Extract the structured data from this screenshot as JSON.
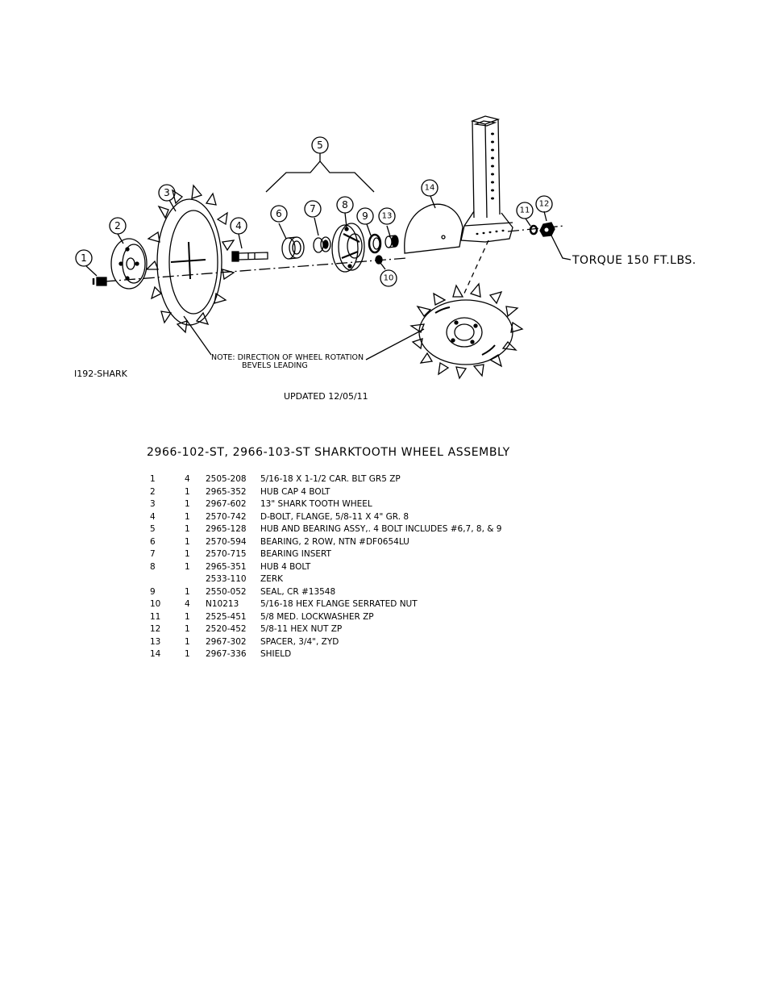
{
  "drawing_id": "I192-SHARK",
  "updated": "UPDATED 12/05/11",
  "torque_note": "TORQUE 150 FT.LBS.",
  "rotation_note": {
    "line1": "NOTE: DIRECTION OF WHEEL ROTATION",
    "line2": "BEVELS LEADING"
  },
  "callouts": [
    "1",
    "2",
    "3",
    "4",
    "5",
    "6",
    "7",
    "8",
    "9",
    "10",
    "11",
    "12",
    "13",
    "14"
  ],
  "parts_list": {
    "title": "2966-102-ST, 2966-103-ST SHARKTOOTH WHEEL ASSEMBLY",
    "rows": [
      {
        "item": "1",
        "qty": "4",
        "part": "2505-208",
        "desc": "5/16-18 X 1-1/2  CAR.  BLT GR5 ZP"
      },
      {
        "item": "2",
        "qty": "1",
        "part": "2965-352",
        "desc": "HUB CAP 4 BOLT"
      },
      {
        "item": "3",
        "qty": "1",
        "part": "2967-602",
        "desc": "13\" SHARK TOOTH WHEEL"
      },
      {
        "item": "4",
        "qty": "1",
        "part": "2570-742",
        "desc": "D-BOLT, FLANGE, 5/8-11 X 4\" GR. 8"
      },
      {
        "item": "5",
        "qty": "1",
        "part": "2965-128",
        "desc": "HUB AND BEARING ASSY,. 4 BOLT INCLUDES #6,7, 8, & 9"
      },
      {
        "item": "6",
        "qty": "1",
        "part": "2570-594",
        "desc": "BEARING, 2 ROW, NTN #DF0654LU"
      },
      {
        "item": "7",
        "qty": "1",
        "part": "2570-715",
        "desc": "BEARING INSERT"
      },
      {
        "item": "8",
        "qty": "1",
        "part": "2965-351",
        "desc": "HUB 4 BOLT"
      },
      {
        "item": "",
        "qty": "",
        "part": "2533-110",
        "desc": "ZERK"
      },
      {
        "item": "9",
        "qty": "1",
        "part": "2550-052",
        "desc": "SEAL, CR #13548"
      },
      {
        "item": "10",
        "qty": "4",
        "part": "N10213",
        "desc": "5/16-18 HEX FLANGE SERRATED NUT"
      },
      {
        "item": "11",
        "qty": "1",
        "part": "2525-451",
        "desc": "5/8 MED. LOCKWASHER ZP"
      },
      {
        "item": "12",
        "qty": "1",
        "part": "2520-452",
        "desc": "5/8-11 HEX NUT ZP"
      },
      {
        "item": "13",
        "qty": "1",
        "part": "2967-302",
        "desc": "SPACER, 3/4\", ZYD"
      },
      {
        "item": "14",
        "qty": "1",
        "part": "2967-336",
        "desc": "SHIELD"
      }
    ]
  }
}
